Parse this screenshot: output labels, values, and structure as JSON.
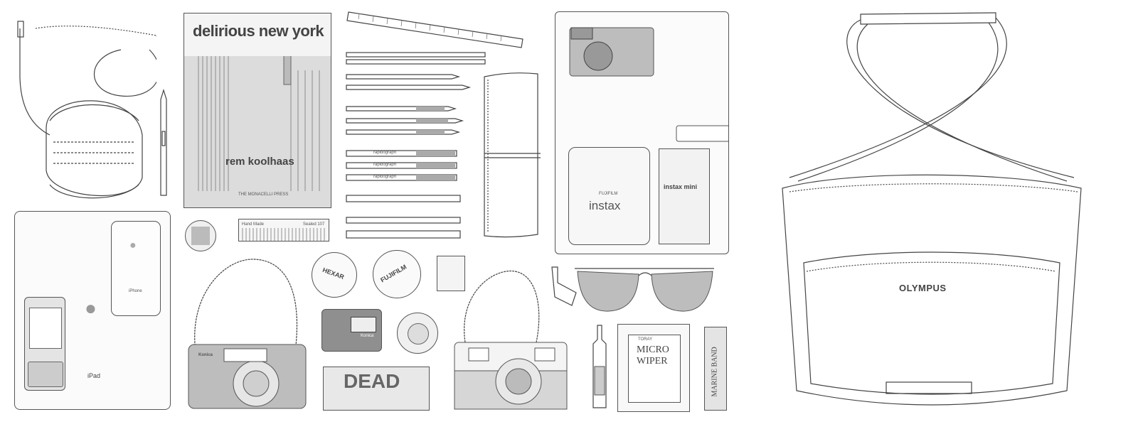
{
  "book": {
    "title": "delirious new york",
    "author": "rem koolhaas",
    "publisher": "THE MONACELLI PRESS"
  },
  "ipad": {
    "label": "iPad"
  },
  "iphone": {
    "label": "iPhone"
  },
  "comb": {
    "left": "Hand Made",
    "right": "Sealed 107"
  },
  "lens_caps": {
    "cap1": "HEXAR",
    "cap2": "FUJIFILM"
  },
  "instax": {
    "brand": "FUJIFILM",
    "name": "instax"
  },
  "instax_film": {
    "name": "instax mini"
  },
  "konica_camera": {
    "brand": "Konica"
  },
  "flash": {
    "brand": "Konica"
  },
  "film_box": {
    "text": "DEAD"
  },
  "micro_wiper": {
    "line1": "MICRO",
    "line2": "WIPER",
    "brand": "TORAY"
  },
  "harmonica": {
    "text": "MARINE BAND"
  },
  "bag": {
    "brand": "OLYMPUS"
  },
  "pens": {
    "brand": "rapidograph"
  },
  "icons": [
    "headphones-icon",
    "stylus-icon",
    "ruler-icon",
    "pencil-icon",
    "notebook-icon",
    "camera-icon",
    "sunglasses-icon",
    "bag-icon"
  ]
}
